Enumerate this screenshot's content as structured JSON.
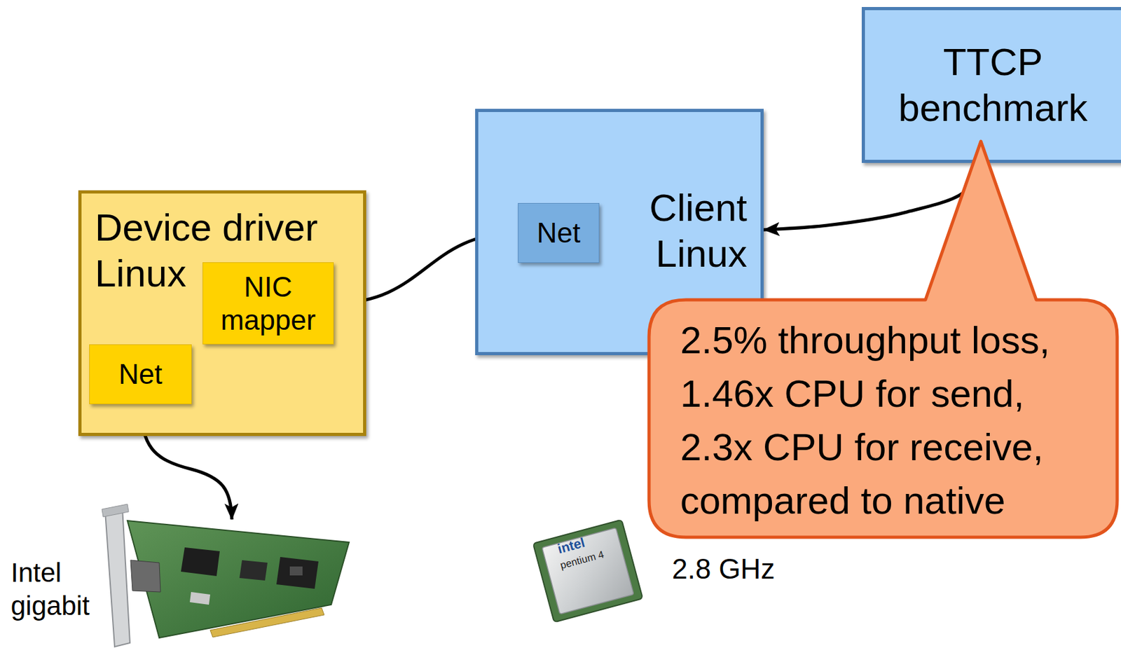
{
  "diagram": {
    "nodes": [
      {
        "text": [
          "Device driver Linux"
        ]
      },
      {
        "text": [
          "NIC mapper"
        ],
        "in": 0
      },
      {
        "text": [
          "Net"
        ],
        "in": 0
      },
      {
        "text": [
          "Client Linux"
        ]
      },
      {
        "text": [
          "Net"
        ],
        "in": 3
      },
      {
        "text": [
          "TTCP benchmark"
        ]
      },
      {
        "text": [
          "2.5% throughput loss, 1.46x CPU for send, 2.3x CPU for receive, compared to native"
        ]
      }
    ],
    "edges": [
      {
        "from": 1,
        "to": 4,
        "arrow": "both"
      },
      {
        "from": 1,
        "to": 2,
        "arrow": "both"
      },
      {
        "from": 5,
        "to": 3,
        "arrow": "to"
      }
    ],
    "labels": [
      "Intel gigabit",
      "intel",
      "pentium 4",
      "2.8 GHz"
    ]
  }
}
